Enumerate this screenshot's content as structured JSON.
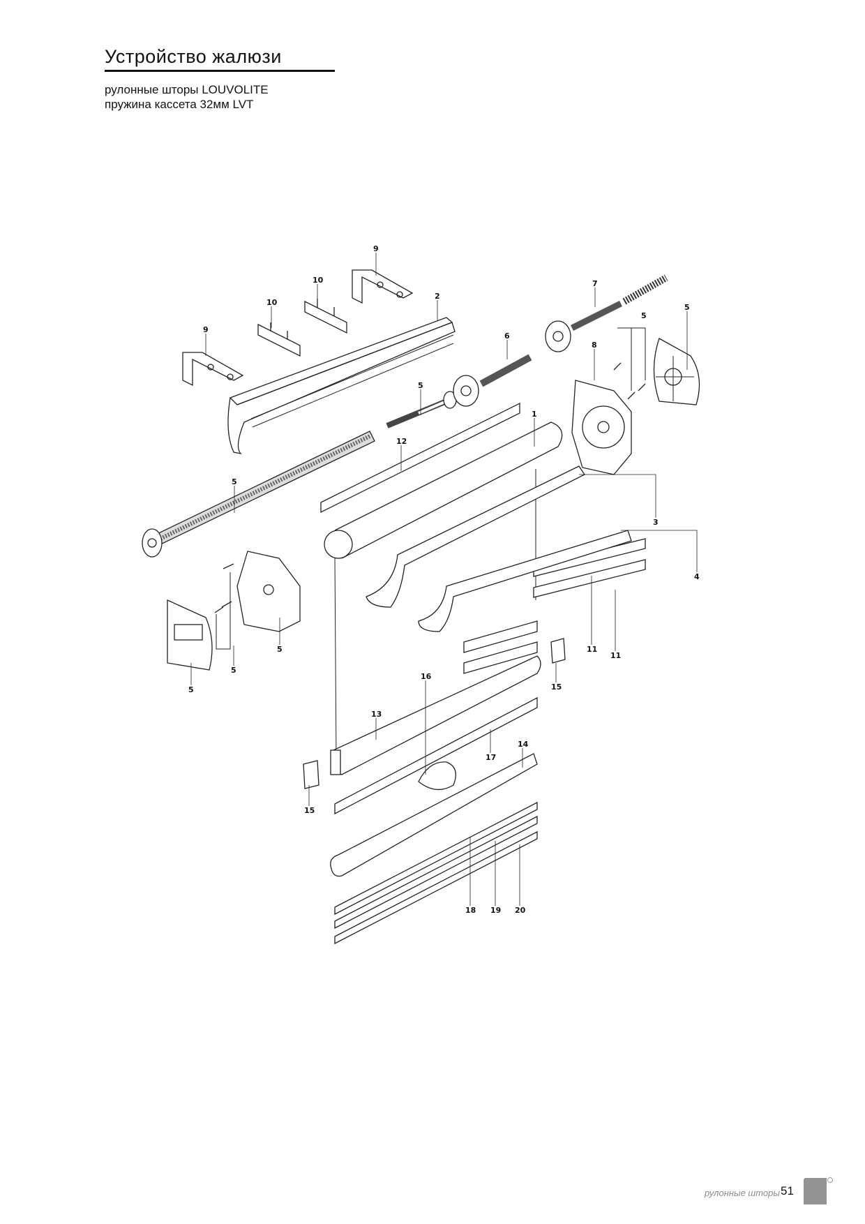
{
  "header": {
    "title": "Устройство жалюзи",
    "subtitle_line1": "рулонные шторы LOUVOLITE",
    "subtitle_line2": "пружина кассета 32мм LVT"
  },
  "diagram": {
    "labels": [
      "9",
      "10",
      "10",
      "2",
      "9",
      "7",
      "5",
      "5",
      "6",
      "8",
      "5",
      "1",
      "12",
      "5",
      "3",
      "4",
      "11",
      "11",
      "5",
      "5",
      "5",
      "16",
      "15",
      "13",
      "14",
      "17",
      "15",
      "18",
      "19",
      "20"
    ]
  },
  "footer": {
    "section": "рулонные шторы",
    "page_number": "51",
    "tab_color": "#939393"
  }
}
